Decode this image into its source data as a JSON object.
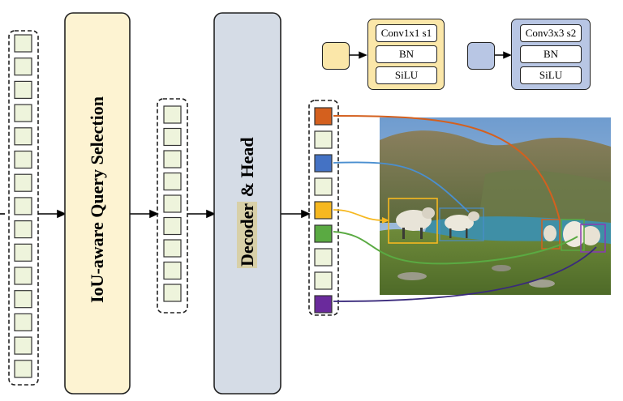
{
  "blocks": {
    "query_selection_label": "IoU-aware Query Selection",
    "decoder_label": "Decoder",
    "head_label": "& Head"
  },
  "legend": {
    "conv1": {
      "rows": [
        "Conv1x1 s1",
        "BN",
        "SiLU"
      ],
      "color": "#fbe7a9"
    },
    "conv3": {
      "rows": [
        "Conv3x3 s2",
        "BN",
        "SiLU"
      ],
      "color": "#b8c6e4"
    }
  },
  "colors": {
    "query_block": "#fdf3d2",
    "decoder_block": "#d5dce6",
    "token_fill": "#eef4dc",
    "orange": "#d4601e",
    "blue": "#4472c4",
    "yellow": "#f6b820",
    "green": "#5aaa42",
    "purple": "#6a2a9c"
  },
  "output_queries": [
    "orange",
    "empty",
    "blue",
    "empty",
    "yellow",
    "green",
    "empty",
    "empty",
    "purple"
  ]
}
